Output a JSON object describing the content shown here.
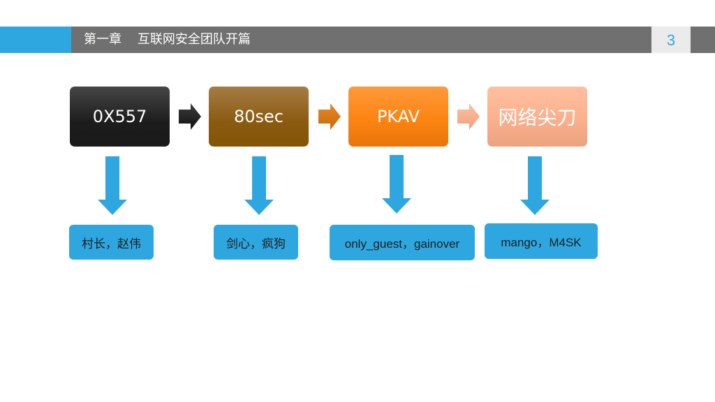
{
  "header": {
    "chapter": "第一章",
    "title": "互联网安全团队开篇",
    "page_number": "3"
  },
  "colors": {
    "accent_blue": "#2ea7e0",
    "header_gray": "#707070"
  },
  "teams": [
    {
      "name": "0X557",
      "members": "村长，赵伟",
      "color": "#1c1c1c"
    },
    {
      "name": "80sec",
      "members": "剑心，疯狗",
      "color": "#8a5a10"
    },
    {
      "name": "PKAV",
      "members": "only_guest，gainover",
      "color": "#fc8412"
    },
    {
      "name": "网络尖刀",
      "members": "mango，M4SK",
      "color": "#fbb08d"
    }
  ],
  "icons": {
    "flow_arrow": "right-arrow",
    "member_arrow": "down-arrow"
  }
}
